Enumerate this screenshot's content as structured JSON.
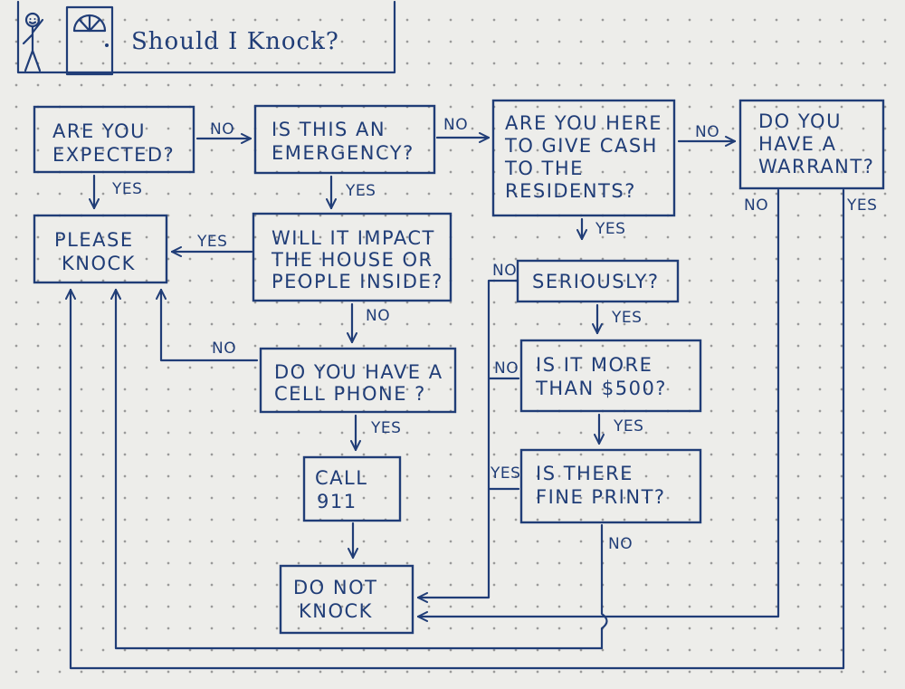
{
  "title": "Should I Knock?",
  "nodes": {
    "expected": [
      "ARE YOU",
      "EXPECTED?"
    ],
    "emergency": [
      "IS THIS AN",
      "EMERGENCY?"
    ],
    "cash": [
      "ARE YOU HERE",
      "TO GIVE CASH",
      "TO THE",
      "RESIDENTS?"
    ],
    "warrant": [
      "DO YOU",
      "HAVE A",
      "WARRANT?"
    ],
    "please_knock": [
      "PLEASE",
      "KNOCK"
    ],
    "impact": [
      "WILL IT IMPACT",
      "THE HOUSE OR",
      "PEOPLE INSIDE?"
    ],
    "seriously": [
      "SERIOUSLY?"
    ],
    "cell_phone": [
      "DO YOU HAVE A",
      "CELL PHONE ?"
    ],
    "more_500": [
      "IS IT MORE",
      "THAN $500?"
    ],
    "call_911": [
      "CALL",
      "911"
    ],
    "fine_print": [
      "IS THERE",
      "FINE PRINT?"
    ],
    "do_not_knock": [
      "DO NOT",
      "KNOCK"
    ]
  },
  "edge_labels": {
    "expected_no": "NO",
    "emergency_no": "NO",
    "cash_no": "NO",
    "warrant_no": "NO",
    "warrant_yes": "YES",
    "expected_yes": "YES",
    "emergency_yes": "YES",
    "impact_yes": "YES",
    "cash_yes": "YES",
    "seriously_no": "NO",
    "seriously_yes": "YES",
    "impact_no": "NO",
    "cell_no": "NO",
    "more500_no": "NO",
    "cell_yes": "YES",
    "more500_yes": "YES",
    "fineprint_yes": "YES",
    "fineprint_no": "NO"
  }
}
